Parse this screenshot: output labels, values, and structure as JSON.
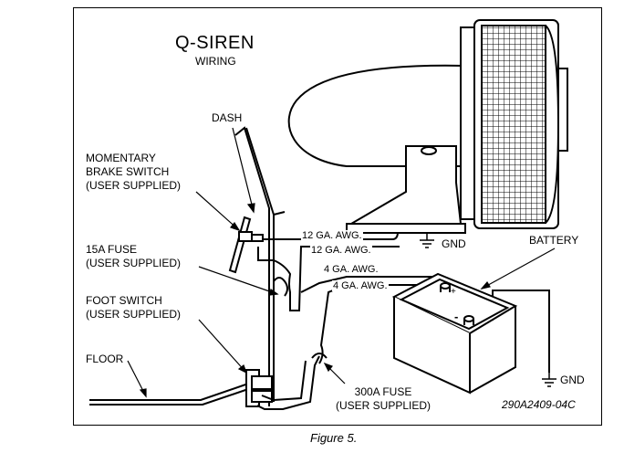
{
  "title": "Q-SIREN",
  "subtitle": "WIRING",
  "labels": {
    "dash": "DASH",
    "brake_switch": [
      "MOMENTARY",
      "BRAKE SWITCH",
      "(USER SUPPLIED)"
    ],
    "fuse15": [
      "15A FUSE",
      "(USER SUPPLIED)"
    ],
    "foot_switch": [
      "FOOT SWITCH",
      "(USER SUPPLIED)"
    ],
    "floor": "FLOOR",
    "battery": "BATTERY",
    "gnd_top": "GND",
    "gnd_right": "GND",
    "fuse300": [
      "300A FUSE",
      "(USER SUPPLIED)"
    ],
    "battery_plus": "+",
    "battery_minus": "-"
  },
  "wires": {
    "w1": "12 GA. AWG.",
    "w2": "12 GA. AWG.",
    "w3": "4 GA. AWG.",
    "w4": "4 GA. AWG."
  },
  "part_number": "290A2409-04C",
  "caption": "Figure 5."
}
